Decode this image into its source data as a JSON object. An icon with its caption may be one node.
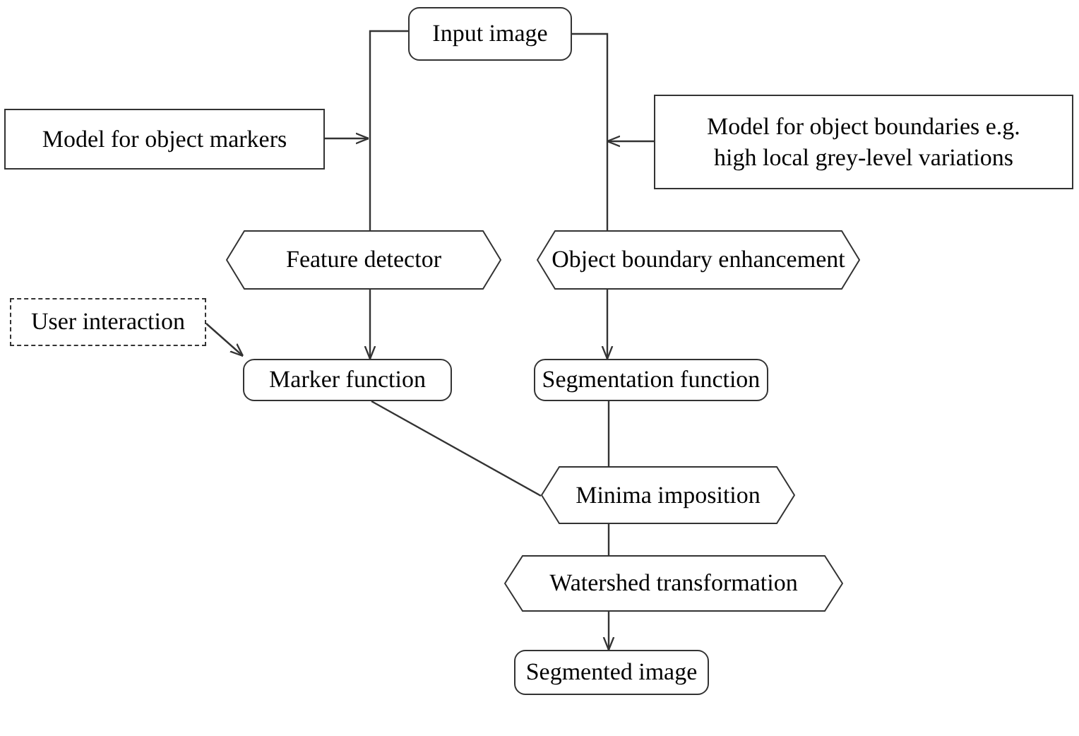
{
  "diagram": {
    "nodes": [
      {
        "text": [
          "Input image"
        ]
      },
      {
        "text": [
          "Model for object markers"
        ]
      },
      {
        "text": [
          "Model for object boundaries e.g. high local grey-level variations"
        ]
      },
      {
        "text": [
          "Feature detector"
        ]
      },
      {
        "text": [
          "Object boundary enhancement"
        ]
      },
      {
        "text": [
          "User interaction"
        ]
      },
      {
        "text": [
          "Marker function"
        ]
      },
      {
        "text": [
          "Segmentation function"
        ]
      },
      {
        "text": [
          "Minima imposition"
        ]
      },
      {
        "text": [
          "Watershed transformation"
        ]
      },
      {
        "text": [
          "Segmented image"
        ]
      }
    ],
    "edges": [
      {
        "from": 0,
        "to": 3,
        "arrow": "none"
      },
      {
        "from": 0,
        "to": 4,
        "arrow": "none"
      },
      {
        "from": 1,
        "to": null,
        "arrow": "to"
      },
      {
        "from": 2,
        "to": null,
        "arrow": "to"
      },
      {
        "from": 3,
        "to": 6,
        "arrow": "to"
      },
      {
        "from": 5,
        "to": 6,
        "arrow": "to"
      },
      {
        "from": 4,
        "to": 7,
        "arrow": "to"
      },
      {
        "from": 6,
        "to": 8,
        "arrow": "none"
      },
      {
        "from": 7,
        "to": 8,
        "arrow": "none"
      },
      {
        "from": 8,
        "to": 9,
        "arrow": "none"
      },
      {
        "from": 9,
        "to": 10,
        "arrow": "to"
      }
    ]
  }
}
